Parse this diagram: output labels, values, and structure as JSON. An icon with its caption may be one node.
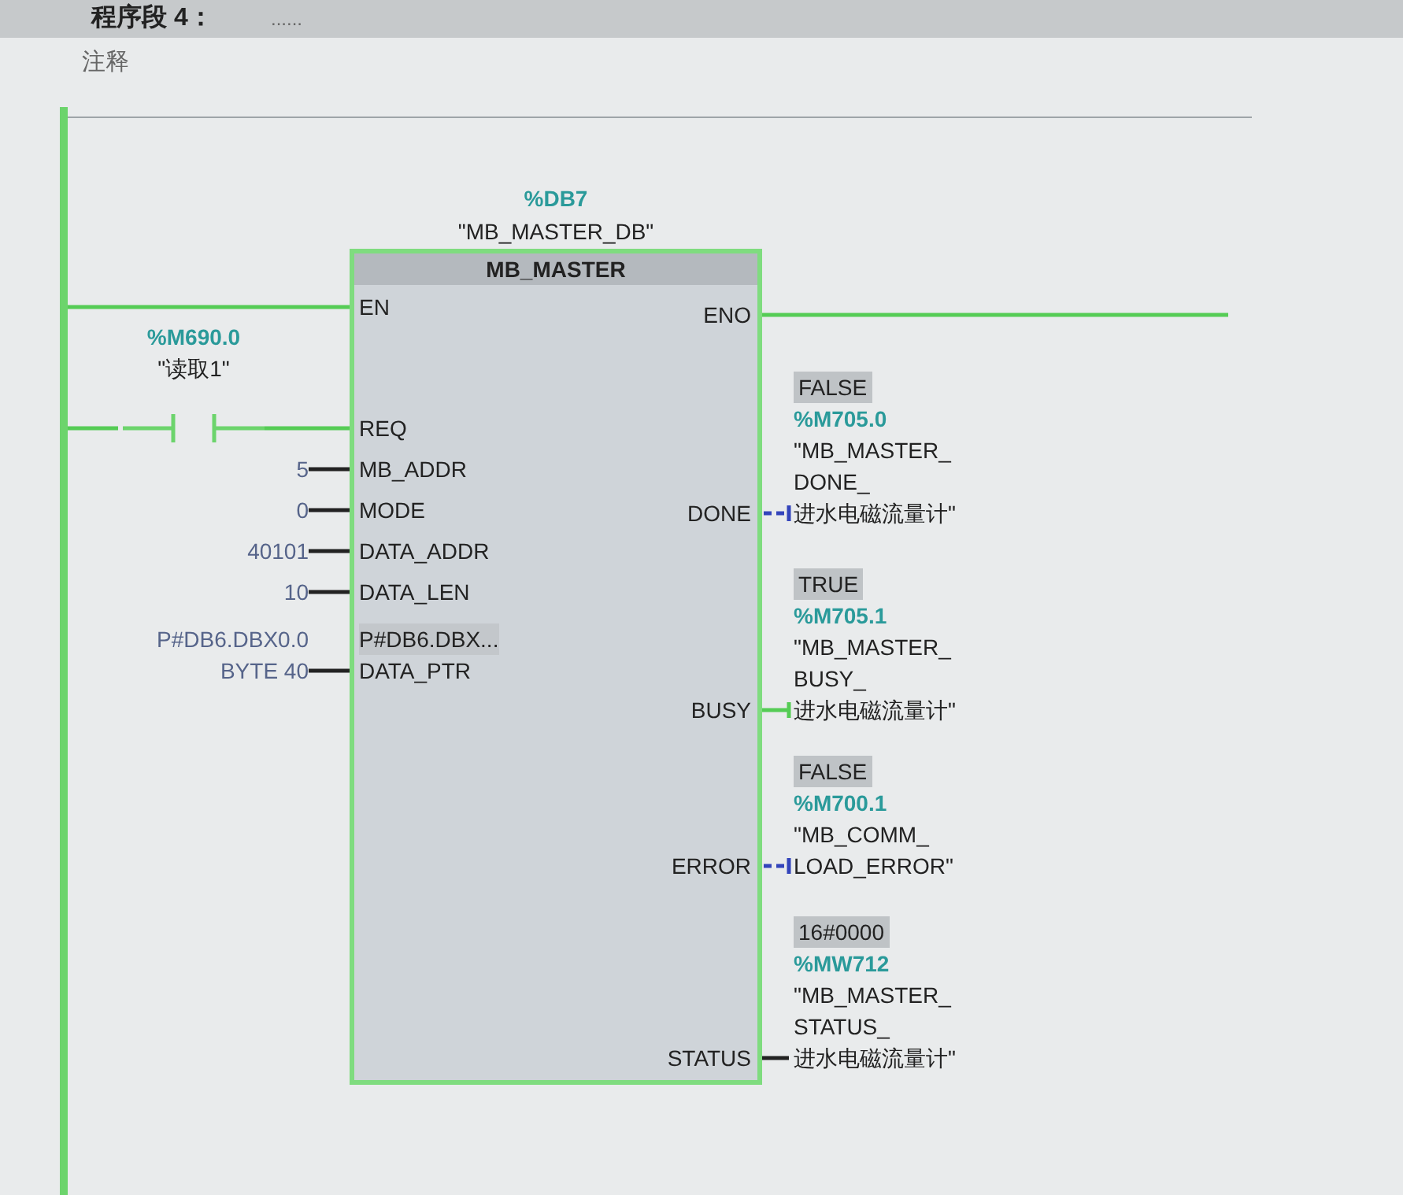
{
  "diagram": {
    "title": "程序段 4：",
    "nodes": [
      {
        "text": [],
        "shape": "bar"
      },
      {
        "text": [
          "%DB7",
          "\"MB_MASTER_DB\"",
          "MB_MASTER"
        ]
      },
      {
        "text": [
          "EN"
        ],
        "in": 1
      },
      {
        "text": [
          "ENO"
        ],
        "in": 1
      },
      {
        "text": [
          "%M690.0",
          "\"读取1\""
        ]
      },
      {
        "text": [
          "REQ"
        ],
        "in": 1
      },
      {
        "text": [
          "5"
        ]
      },
      {
        "text": [
          "MB_ADDR"
        ],
        "in": 1
      },
      {
        "text": [
          "0"
        ]
      },
      {
        "text": [
          "MODE"
        ],
        "in": 1
      },
      {
        "text": [
          "DONE"
        ],
        "in": 1
      },
      {
        "text": [
          "FALSE",
          "%M705.0",
          "\"MB_MASTER_ DONE_ 进水电磁流量计\""
        ]
      },
      {
        "text": [
          "40101"
        ]
      },
      {
        "text": [
          "DATA_ADDR"
        ],
        "in": 1
      },
      {
        "text": [
          "10"
        ]
      },
      {
        "text": [
          "DATA_LEN"
        ],
        "in": 1
      },
      {
        "text": [
          "P#DB6.DBX0.0 BYTE 40"
        ]
      },
      {
        "text": [
          "P#DB6.DBX...",
          "DATA_PTR"
        ],
        "in": 1
      },
      {
        "text": [
          "BUSY"
        ],
        "in": 1
      },
      {
        "text": [
          "TRUE",
          "%M705.1",
          "\"MB_MASTER_ BUSY_ 进水电磁流量计\""
        ]
      },
      {
        "text": [
          "ERROR"
        ],
        "in": 1
      },
      {
        "text": [
          "FALSE",
          "%M700.1",
          "\"MB_COMM_ LOAD_ERROR\""
        ]
      },
      {
        "text": [
          "STATUS"
        ],
        "in": 1
      },
      {
        "text": [
          "16#0000",
          "%MW712",
          "\"MB_MASTER_ STATUS_ 进水电磁流量计\""
        ]
      }
    ],
    "edges": [
      {
        "from": 0,
        "to": 2,
        "arrow": "none",
        "color": "#55cc55"
      },
      {
        "from": 3,
        "to": null,
        "arrow": "none",
        "color": "#55cc55"
      },
      {
        "from": 0,
        "to": 4,
        "arrow": "none",
        "color": "#55cc55"
      },
      {
        "from": 4,
        "to": 5,
        "arrow": "none",
        "color": "#55cc55"
      },
      {
        "from": 6,
        "to": 7,
        "arrow": "none"
      },
      {
        "from": 8,
        "to": 9,
        "arrow": "none"
      },
      {
        "from": 10,
        "to": 11,
        "arrow": "other",
        "style": "dashed",
        "color": "#3344bb"
      },
      {
        "from": 12,
        "to": 13,
        "arrow": "none"
      },
      {
        "from": 14,
        "to": 15,
        "arrow": "none"
      },
      {
        "from": 16,
        "to": 17,
        "arrow": "none"
      },
      {
        "from": 18,
        "to": 19,
        "arrow": "other",
        "color": "#55cc55"
      },
      {
        "from": 20,
        "to": 21,
        "arrow": "other",
        "style": "dashed",
        "color": "#3344bb"
      },
      {
        "from": 22,
        "to": 23,
        "arrow": "none"
      }
    ],
    "labels": [
      "......",
      "注释"
    ]
  }
}
